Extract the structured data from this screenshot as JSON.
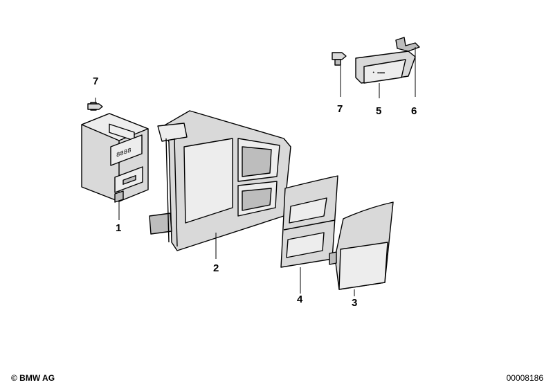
{
  "labels": {
    "p1": "1",
    "p2": "2",
    "p3": "3",
    "p4": "4",
    "p5": "5",
    "p6": "6",
    "p7a": "7",
    "p7b": "7"
  },
  "footer": {
    "copyright": "© BMW AG",
    "diagram_id": "00008186"
  }
}
